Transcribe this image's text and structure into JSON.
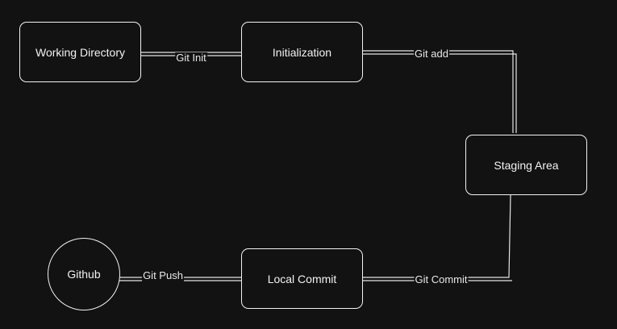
{
  "nodes": {
    "working_directory": "Working Directory",
    "initialization": "Initialization",
    "staging_area": "Staging Area",
    "local_commit": "Local Commit",
    "github": "Github"
  },
  "edges": {
    "git_init": "Git Init",
    "git_add": "Git add",
    "git_commit": "Git Commit",
    "git_push": "Git Push"
  },
  "colors": {
    "background": "#121212",
    "stroke": "#f2f2f2"
  }
}
